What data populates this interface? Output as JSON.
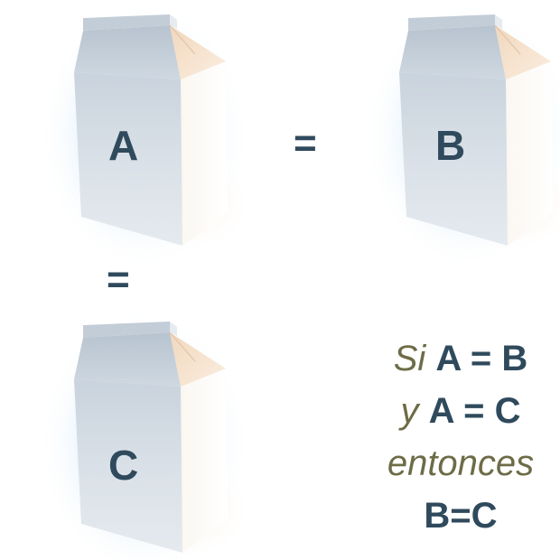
{
  "cartons": [
    {
      "label": "A"
    },
    {
      "label": "B"
    },
    {
      "label": "C"
    }
  ],
  "equals_signs": [
    "=",
    "="
  ],
  "statement": {
    "line1_word": "Si",
    "line1_expr": "A = B",
    "line2_word": "y",
    "line2_expr": "A = C",
    "line3_word": "entonces",
    "line4_expr": "B=C"
  },
  "colors": {
    "label_color": "#2f4a5c",
    "italic_color": "#6d6c47",
    "carton_glow": "#8ec4ea"
  }
}
